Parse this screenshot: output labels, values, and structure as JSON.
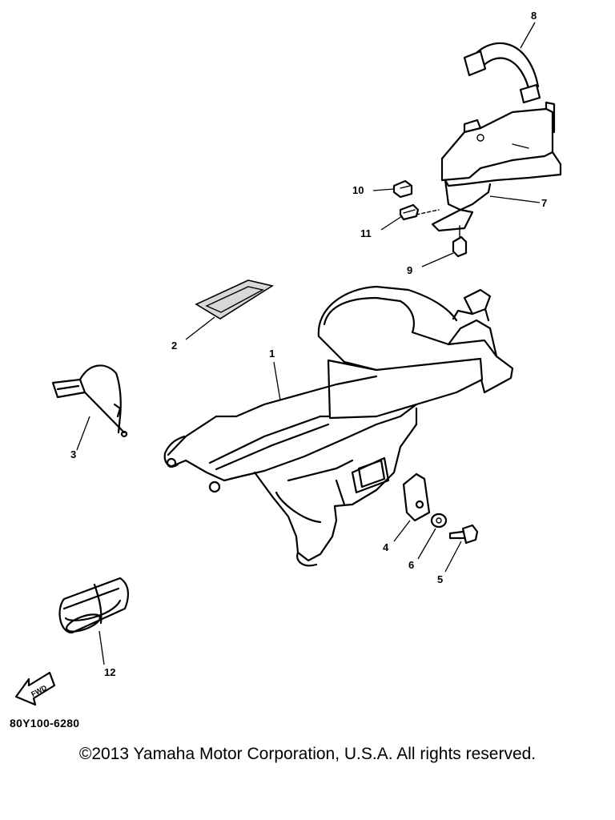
{
  "callouts": {
    "p1": "1",
    "p2": "2",
    "p3": "3",
    "p4": "4",
    "p5": "5",
    "p6": "6",
    "p7": "7",
    "p8": "8",
    "p9": "9",
    "p10": "10",
    "p11": "11",
    "p12": "12"
  },
  "fwd_label": "FWD",
  "drawing_code": "80Y100-6280",
  "copyright": "©2013 Yamaha Motor Corporation, U.S.A. All rights reserved."
}
